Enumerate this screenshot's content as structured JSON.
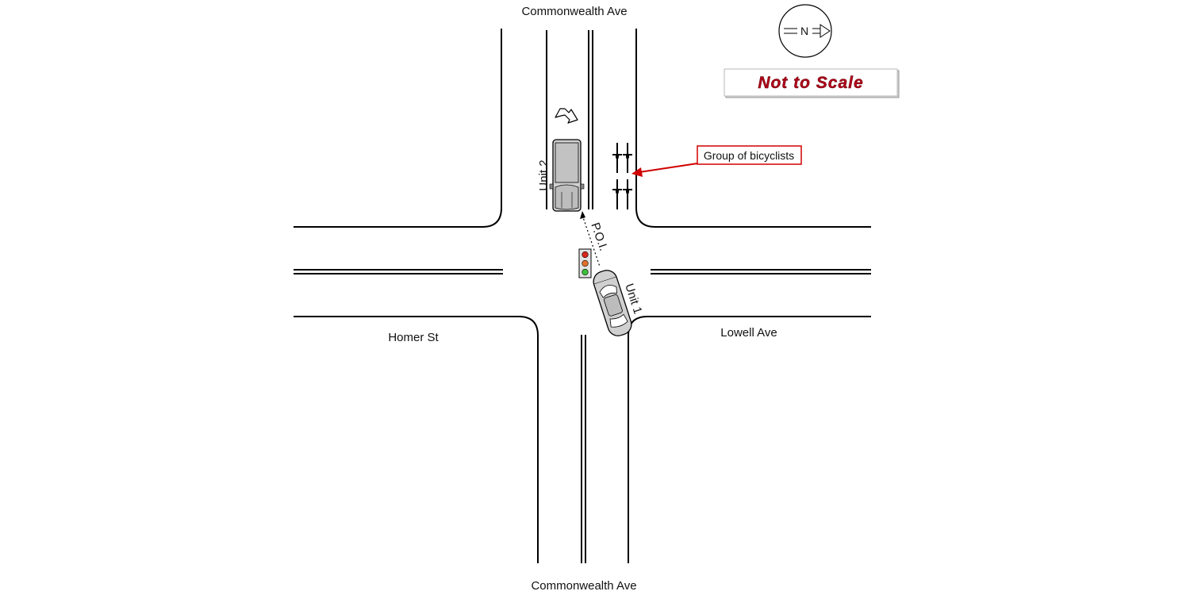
{
  "streets": {
    "north": "Commonwealth Ave",
    "south": "Commonwealth Ave",
    "west": "Homer St",
    "east": "Lowell Ave"
  },
  "compass": {
    "letter": "N",
    "icon": "north-arrow-icon"
  },
  "scale_note": "Not to Scale",
  "callout": "Group of bicyclists",
  "units": {
    "unit1": "Unit 1",
    "unit2": "Unit 2"
  },
  "poi": "P.O.I.",
  "colors": {
    "road_line": "#000000",
    "vehicle_fill": "#cfcfcf",
    "callout_red": "#d00000",
    "scale_text_red": "#b0001a",
    "light_red": "#d9261c",
    "light_amber": "#e0702a",
    "light_green": "#3cbf3c"
  },
  "icons": [
    "turn-arrow-icon",
    "bicycle-icon",
    "traffic-light-icon",
    "north-arrow-icon"
  ]
}
